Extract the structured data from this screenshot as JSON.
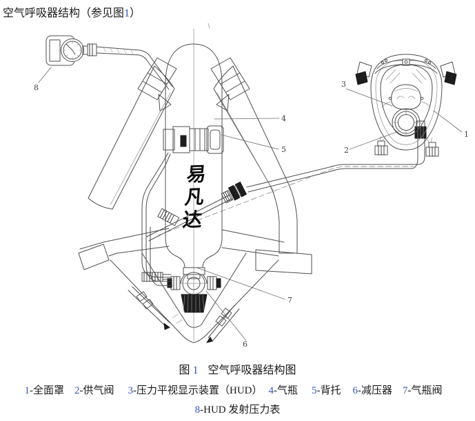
{
  "colors": {
    "background": "#ffffff",
    "line_work": "#4d4d4d",
    "text": "#1a1a1a",
    "reference_blue": "#3355bb",
    "watermark": "#0d0d0d"
  },
  "title": {
    "prefix": "空气呼吸器结构（参见图",
    "ref_num": "1",
    "suffix": "）"
  },
  "watermark": {
    "chars": [
      "易",
      "凡",
      "达"
    ]
  },
  "figure": {
    "callouts": [
      "1",
      "2",
      "3",
      "4",
      "5",
      "6",
      "7",
      "8"
    ],
    "caption": {
      "fig_label": "图",
      "fig_num": "1",
      "text": "空气呼吸器结构图"
    }
  },
  "legend": {
    "row1": [
      {
        "num": "1",
        "label": "-全面罩"
      },
      {
        "num": "2",
        "label": "-供气阀"
      },
      {
        "num": "3",
        "label": "-压力平视显示装置（HUD）"
      },
      {
        "num": "4",
        "label": "-气瓶"
      },
      {
        "num": "5",
        "label": "-背托"
      },
      {
        "num": "6",
        "label": "-减压器"
      },
      {
        "num": "7",
        "label": "-气瓶阀"
      }
    ],
    "row2": {
      "num": "8",
      "label": "-HUD 发射压力表"
    }
  }
}
